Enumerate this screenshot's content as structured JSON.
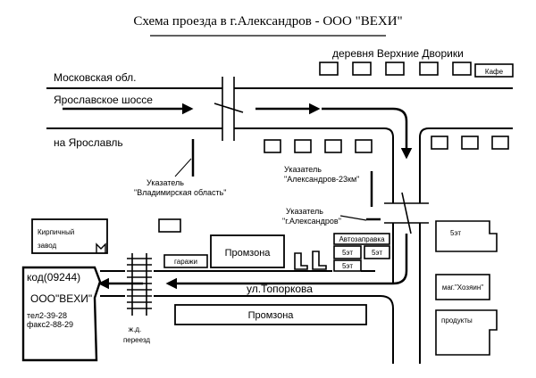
{
  "title": "Схема проезда в г.Александров - ООО \"ВЕХИ\"",
  "labels": {
    "moscow_region": "Московская обл.",
    "yaroslavl_highway": "Ярославское шоссе",
    "to_yaroslavl": "на Ярославль",
    "village": "деревня Верхние Дворики",
    "cafe": "Кафе",
    "sign1_title": "Указатель",
    "sign1_text": "\"Владимирская область\"",
    "sign2_title": "Указатель",
    "sign2_text": "\"Александров-23км\"",
    "sign3_title": "Указатель",
    "sign3_text": "\"г.Александров\"",
    "brick_factory_1": "Кирпичный",
    "brick_factory_2": "завод",
    "garages": "гаражи",
    "promzona_top": "Промзона",
    "promzona_bottom": "Промзона",
    "gas_station": "Автозаправка",
    "five_floor_a": "5эт",
    "five_floor_b": "5эт",
    "five_floor_c": "5эт",
    "five_floor_right": "5эт",
    "street": "ул.Топоркова",
    "shop_hozyain": "маг.\"Хозяин\"",
    "grocery": "продукты",
    "crossing_1": "ж.д.",
    "crossing_2": "переезд",
    "office_code": "код(09244)",
    "office_name": "ООО\"ВЕХИ\"",
    "office_tel": "тел2-39-28",
    "office_fax": "факс2-88-29"
  },
  "colors": {
    "ink": "#000000",
    "paper": "#ffffff"
  }
}
